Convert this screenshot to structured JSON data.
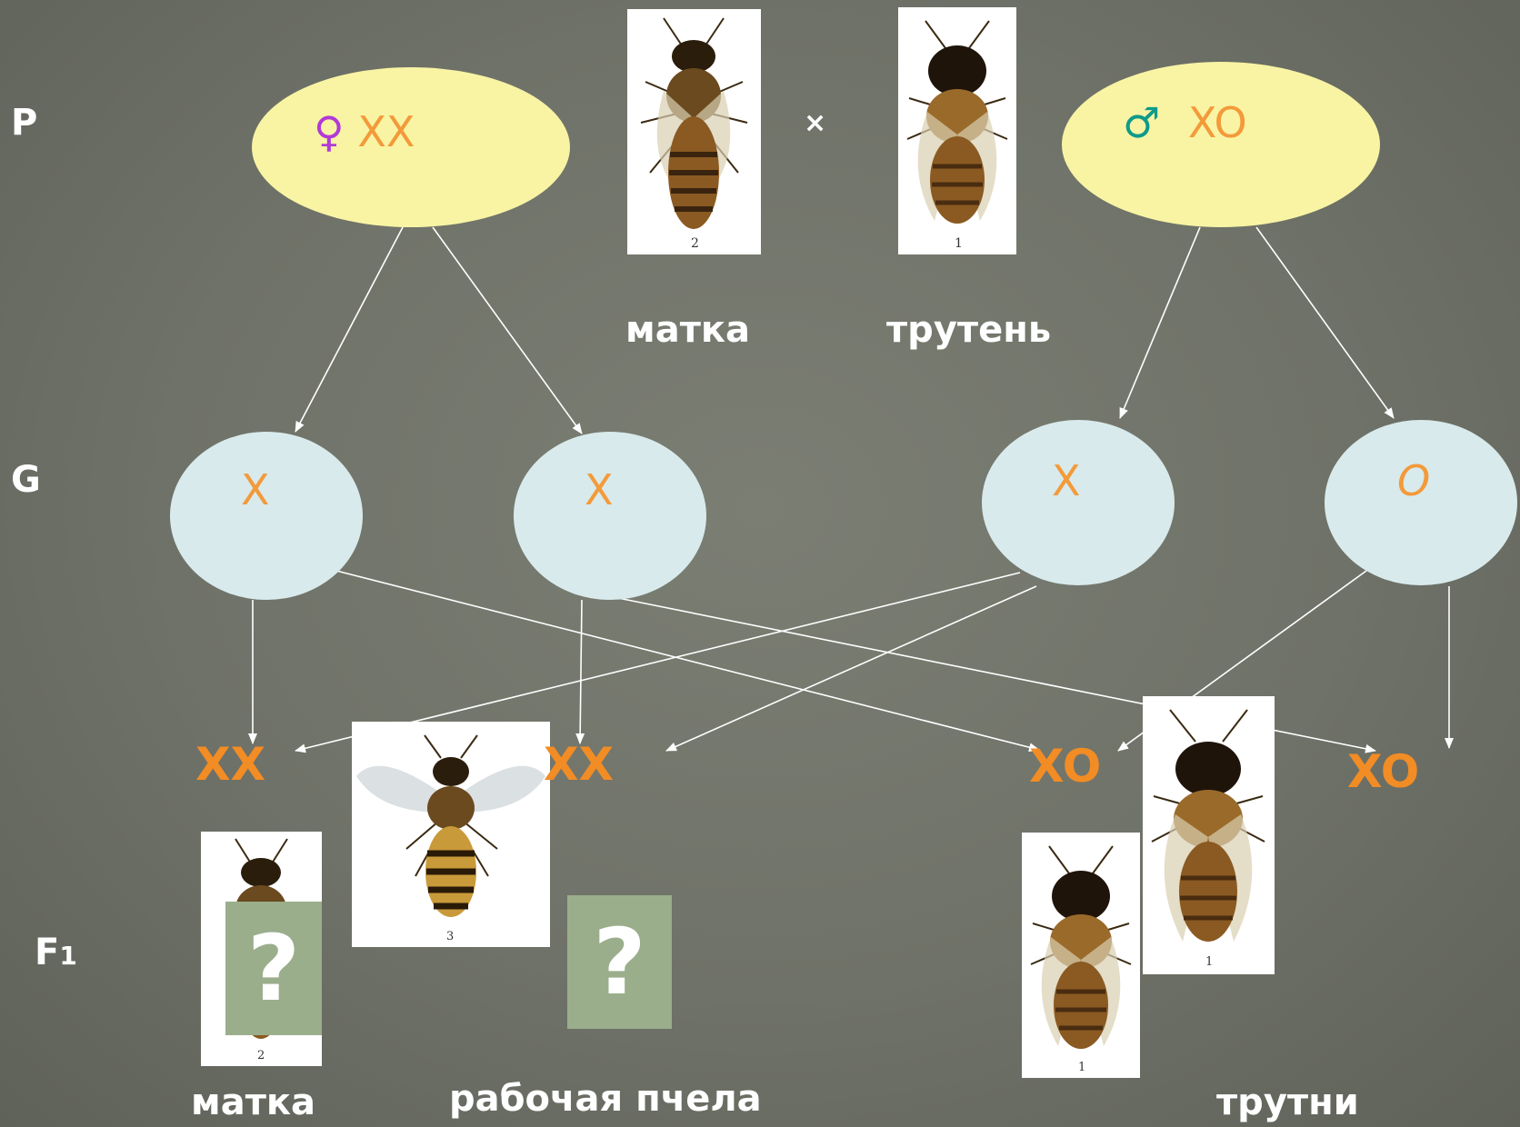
{
  "rows": {
    "p": "P",
    "g": "G",
    "f1": "F",
    "f1_sub": "1"
  },
  "parents": {
    "female": {
      "symbol": "♀",
      "genotype": "XX"
    },
    "male": {
      "symbol": "♂",
      "genotype": "XO"
    },
    "cross": "×"
  },
  "parent_captions": {
    "queen": "матка",
    "drone": "трутень"
  },
  "gametes": [
    "X",
    "X",
    "X",
    "O"
  ],
  "f1_genotypes": [
    "XX",
    "XX",
    "XO",
    "XO"
  ],
  "f1_captions": {
    "queen": "матка",
    "worker": "рабочая пчела",
    "drones": "трутни"
  },
  "question_mark": "?",
  "card_numbers": {
    "queen": "2",
    "drone": "1",
    "worker": "3"
  },
  "colors": {
    "parent_fill": "#f8f4a4",
    "gamete_fill": "#d8eaec",
    "genotype_text": "#f39a3a",
    "female_symbol": "#b23ad6",
    "male_symbol": "#0f9a8a",
    "question_box": "#9aae8c"
  },
  "icons": [
    "queen-bee-image",
    "drone-bee-image",
    "worker-bee-image"
  ]
}
